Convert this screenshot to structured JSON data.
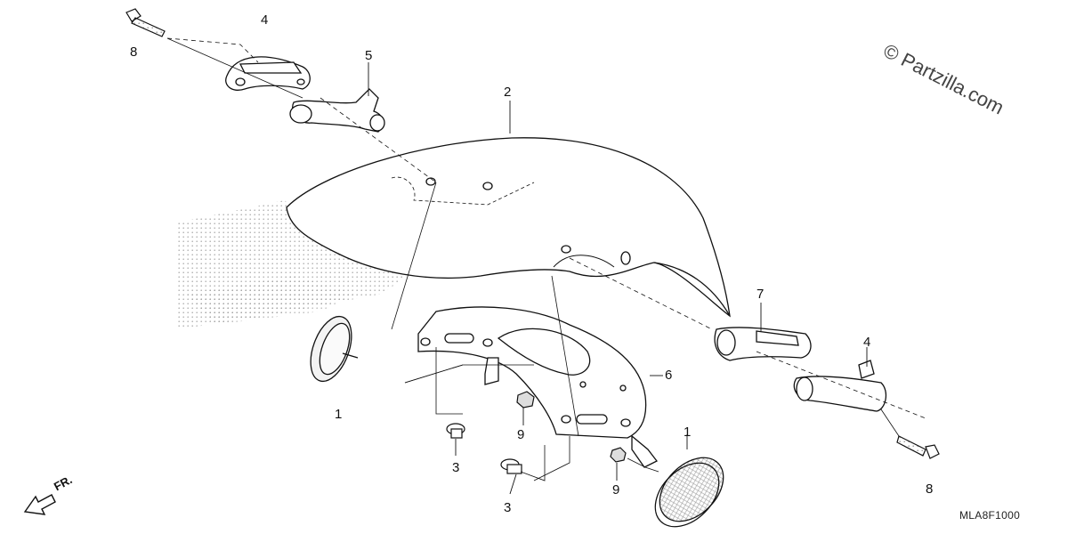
{
  "watermark": "© Partzilla.com",
  "diagram_code": "MLA8F1000",
  "direction_label": "FR.",
  "callouts": {
    "c1a": "1",
    "c1b": "1",
    "c2": "2",
    "c3a": "3",
    "c3b": "3",
    "c4a": "4",
    "c4b": "4",
    "c5": "5",
    "c6": "6",
    "c7": "7",
    "c8a": "8",
    "c8b": "8",
    "c9a": "9",
    "c9b": "9"
  }
}
